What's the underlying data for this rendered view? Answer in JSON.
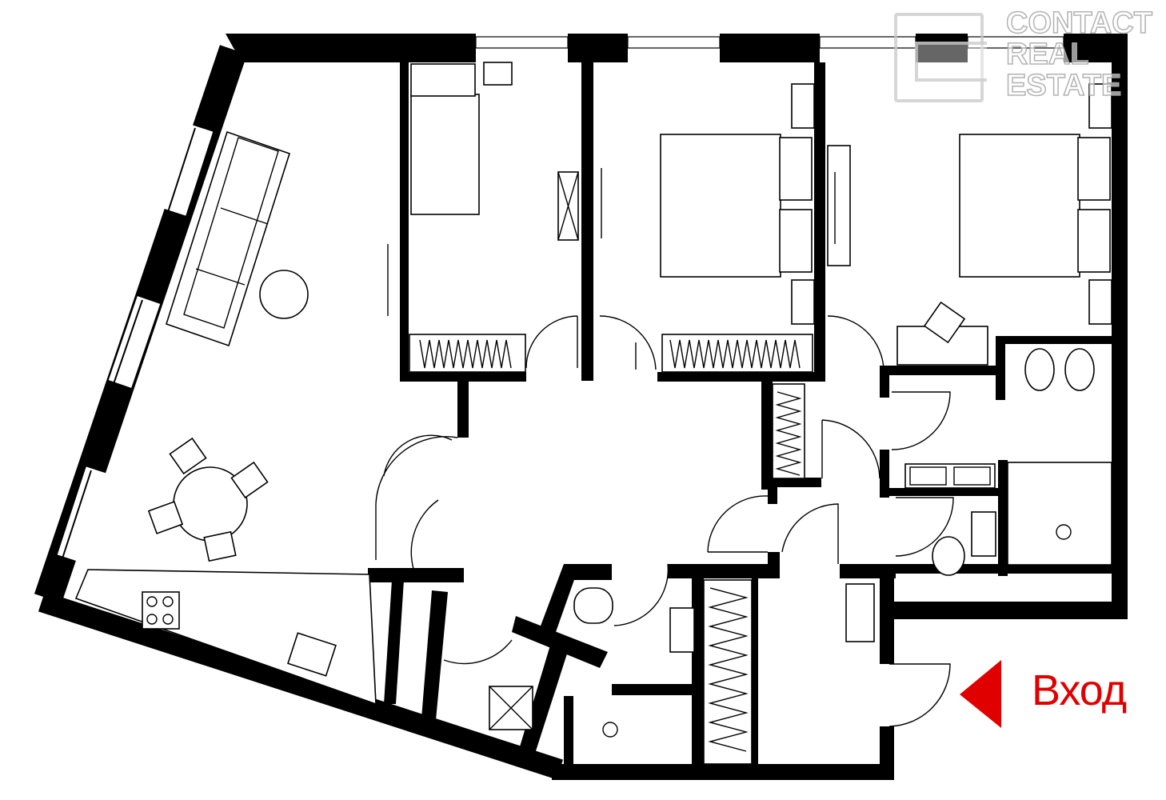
{
  "plan": {
    "entrance_label": "Вход",
    "entrance_arrow_color": "#e00000",
    "wall_color": "#000000"
  },
  "logo": {
    "line1": "CONTACT",
    "line2": "REAL",
    "line3": "ESTATE"
  }
}
